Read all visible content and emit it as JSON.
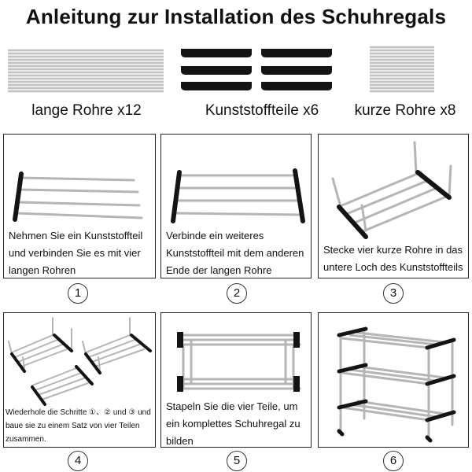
{
  "title": "Anleitung zur Installation des Schuhregals",
  "parts": [
    {
      "name": "long-tubes",
      "label": "lange Rohre x12",
      "icon": "long-tubes-image"
    },
    {
      "name": "plastic-parts",
      "label": "Kunststoffteile x6",
      "icon": "plastic-parts-image"
    },
    {
      "name": "short-tubes",
      "label": "kurze Rohre x8",
      "icon": "short-tubes-image"
    }
  ],
  "steps": [
    {
      "number": "1",
      "text": "Nehmen Sie ein Kunststoffteil und verbinden Sie es mit vier langen Rohren",
      "icon": "step-1-illustration"
    },
    {
      "number": "2",
      "text": "Verbinde ein weiteres Kunststoffteil mit dem anderen Ende der langen Rohre",
      "icon": "step-2-illustration"
    },
    {
      "number": "3",
      "text": "Stecke vier kurze Rohre in das untere Loch des Kunststoffteils",
      "icon": "step-3-illustration"
    },
    {
      "number": "4",
      "text": "Wiederhole die Schritte ①、② und ③ und baue sie zu einem Satz von vier Teilen zusammen.",
      "icon": "step-4-illustration"
    },
    {
      "number": "5",
      "text": "Stapeln Sie die vier Teile, um ein komplettes Schuhregal zu bilden",
      "icon": "step-5-illustration"
    },
    {
      "number": "6",
      "text": "",
      "icon": "step-6-illustration"
    }
  ],
  "colors": {
    "tube": "#b9b9b9",
    "plastic": "#151515",
    "border": "#222222"
  }
}
